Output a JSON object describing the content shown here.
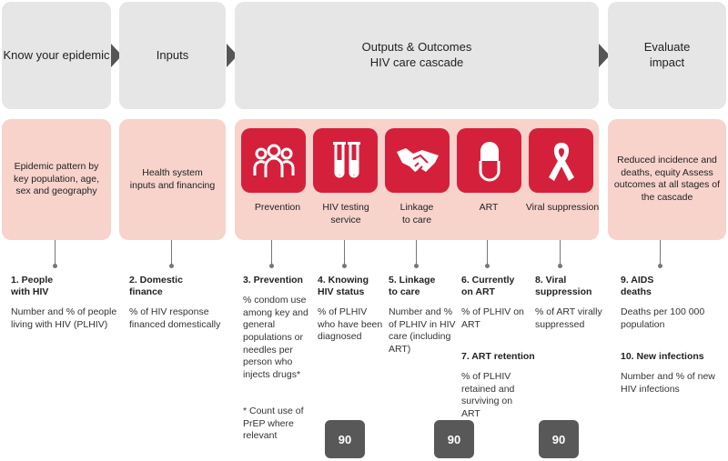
{
  "stages": {
    "know_epidemic": "Know your epidemic",
    "inputs": "Inputs",
    "outputs_line1": "Outputs & Outcomes",
    "outputs_line2": "HIV care cascade",
    "evaluate_line1": "Evaluate",
    "evaluate_line2": "impact"
  },
  "boxes": {
    "epidemic_pattern": "Epidemic pattern by key population, age, sex and geography",
    "health_system": "Health system inputs and financing",
    "reduced_incidence": "Reduced incidence and deaths, equity Assess outcomes at all stages of the cascade"
  },
  "cascade_steps": {
    "prevention": "Prevention",
    "testing_line1": "HIV testing",
    "testing_line2": "service",
    "linkage_line1": "Linkage",
    "linkage_line2": "to care",
    "art": "ART",
    "viral": "Viral suppression"
  },
  "indicators": {
    "i1_title_l1": "1. People",
    "i1_title_l2": "with HIV",
    "i1_desc": "Number and % of people living with HIV (PLHIV)",
    "i2_title_l1": "2. Domestic",
    "i2_title_l2": "finance",
    "i2_desc": "% of HIV response financed domestically",
    "i3_title": "3. Prevention",
    "i3_desc": "% condom use among key and general populations or needles per person who injects drugs*",
    "i3_note": "* Count use of PrEP where relevant",
    "i4_title_l1": "4. Knowing",
    "i4_title_l2": "HIV status",
    "i4_desc": "% of PLHIV who have been diagnosed",
    "i5_title_l1": "5. Linkage",
    "i5_title_l2": "to care",
    "i5_desc": "Number and % of PLHIV in HIV care (including ART)",
    "i6_title_l1": "6. Currently",
    "i6_title_l2": "on ART",
    "i6_desc": "% of PLHIV on ART",
    "i7_title": "7. ART retention",
    "i7_desc": "% of PLHIV retained and surviving on ART",
    "i8_title_l1": "8. Viral",
    "i8_title_l2": "suppression",
    "i8_desc": "% of ART virally suppressed",
    "i9_title_l1": "9. AIDS",
    "i9_title_l2": "deaths",
    "i9_desc": "Deaths per 100 000 population",
    "i10_title": "10. New infections",
    "i10_desc": "Number and % of new HIV infections"
  },
  "targets": [
    "90",
    "90",
    "90"
  ],
  "colors": {
    "header_bg": "#e6e6e6",
    "pink_bg": "#f7d3cc",
    "icon_red": "#d5203c",
    "target_gray": "#585858",
    "arrow": "#555555"
  },
  "icons": [
    "people-group-icon",
    "test-tubes-icon",
    "handshake-icon",
    "capsule-icon",
    "red-ribbon-icon"
  ]
}
